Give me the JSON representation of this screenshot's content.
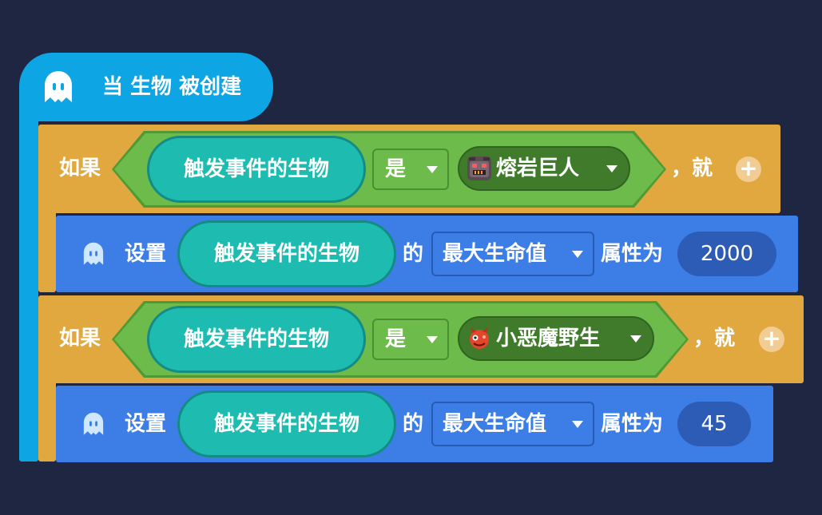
{
  "hat": {
    "label": "当 生物 被创建",
    "icon": "creature-ghost-icon"
  },
  "colors": {
    "background": "#1f2641",
    "hat": "#0ea5e4",
    "if_block": "#e0a83f",
    "condition": "#6dbb4a",
    "reporter": "#1ebcb0",
    "set_block": "#3c7ee6",
    "number_pill": "#2c5cb5"
  },
  "blocks": [
    {
      "if_label": "如果",
      "subject": "触发事件的生物",
      "operator": "是",
      "mob": "熔岩巨人",
      "mob_icon": "lava-giant-icon",
      "then_label": "，就",
      "set": {
        "label": "设置",
        "target": "触发事件的生物",
        "of_label": "的",
        "property": "最大生命值",
        "attr_label": "属性为",
        "value": "2000"
      }
    },
    {
      "if_label": "如果",
      "subject": "触发事件的生物",
      "operator": "是",
      "mob": "小恶魔野生",
      "mob_icon": "little-devil-icon",
      "then_label": "，就",
      "set": {
        "label": "设置",
        "target": "触发事件的生物",
        "of_label": "的",
        "property": "最大生命值",
        "attr_label": "属性为",
        "value": "45"
      }
    }
  ]
}
